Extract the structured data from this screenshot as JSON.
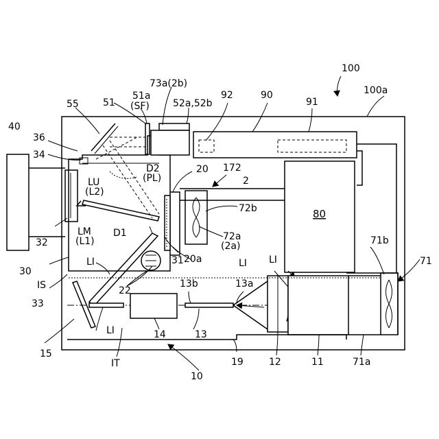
{
  "labels": {
    "l100": "100",
    "l100a": "100a",
    "l73a": "73a(2b)",
    "l51a": "51a",
    "lSF": "(SF)",
    "l51": "51",
    "l52": "52a,52b",
    "l92": "92",
    "l90": "90",
    "l91": "91",
    "l55": "55",
    "l40": "40",
    "l36": "36",
    "l34": "34",
    "lD2": "D2",
    "lPL": "(PL)",
    "l20": "20",
    "l172": "172",
    "l2": "2",
    "lLU": "LU",
    "lL2": "(L2)",
    "l72b": "72b",
    "l80": "80",
    "lLM": "LM",
    "lL1": "(L1)",
    "lD1": "D1",
    "l72a": "72a",
    "l2a": "(2a)",
    "l32": "32",
    "l71b": "71b",
    "l71": "71",
    "l30": "30",
    "lLI1": "LI",
    "l20a": "20a",
    "l31": "31",
    "lLI2": "LI",
    "lLI3": "LI",
    "lIS": "IS",
    "l22": "22",
    "l13b": "13b",
    "l13a": "13a",
    "l33": "33",
    "lLI4": "LI",
    "l14": "14",
    "l13": "13",
    "l15": "15",
    "l19": "19",
    "l12": "12",
    "l11": "11",
    "l71a": "71a",
    "lIT": "IT",
    "l10": "10"
  }
}
